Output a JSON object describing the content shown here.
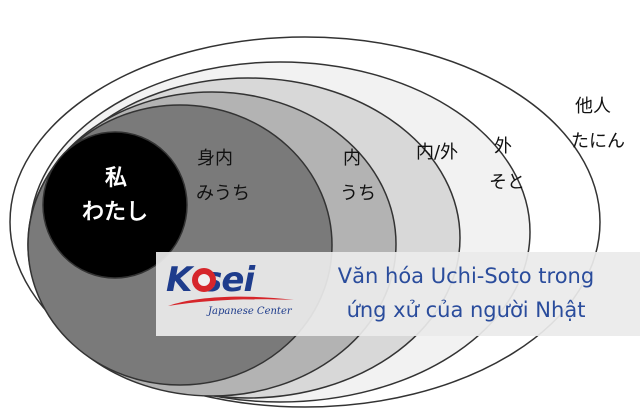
{
  "diagram": {
    "labels": {
      "watashi_kanji": "私",
      "watashi_kana": "わたし",
      "miuchi_kanji": "身内",
      "miuchi_kana": "みうち",
      "uchi_kanji": "内",
      "uchi_kana": "うち",
      "uchisoto": "内/外",
      "soto_kanji": "外",
      "soto_kana": "そと",
      "tanin_kanji": "他人",
      "tanin_kana": "たにん"
    },
    "colors": {
      "self": "#000000",
      "miuchi": "#7a7a7a",
      "uchi": "#b3b3b3",
      "uchisoto": "#d8d8d8",
      "soto": "#f2f2f2",
      "outer": "#ffffff"
    }
  },
  "banner": {
    "logo_text": "K  sei",
    "logo_sub": "Japanese Center",
    "title_line1": "Văn hóa Uchi-Soto trong",
    "title_line2": "ứng xử của người Nhật",
    "logo_colors": {
      "blue": "#1e3c8c",
      "red": "#d6262b"
    }
  }
}
